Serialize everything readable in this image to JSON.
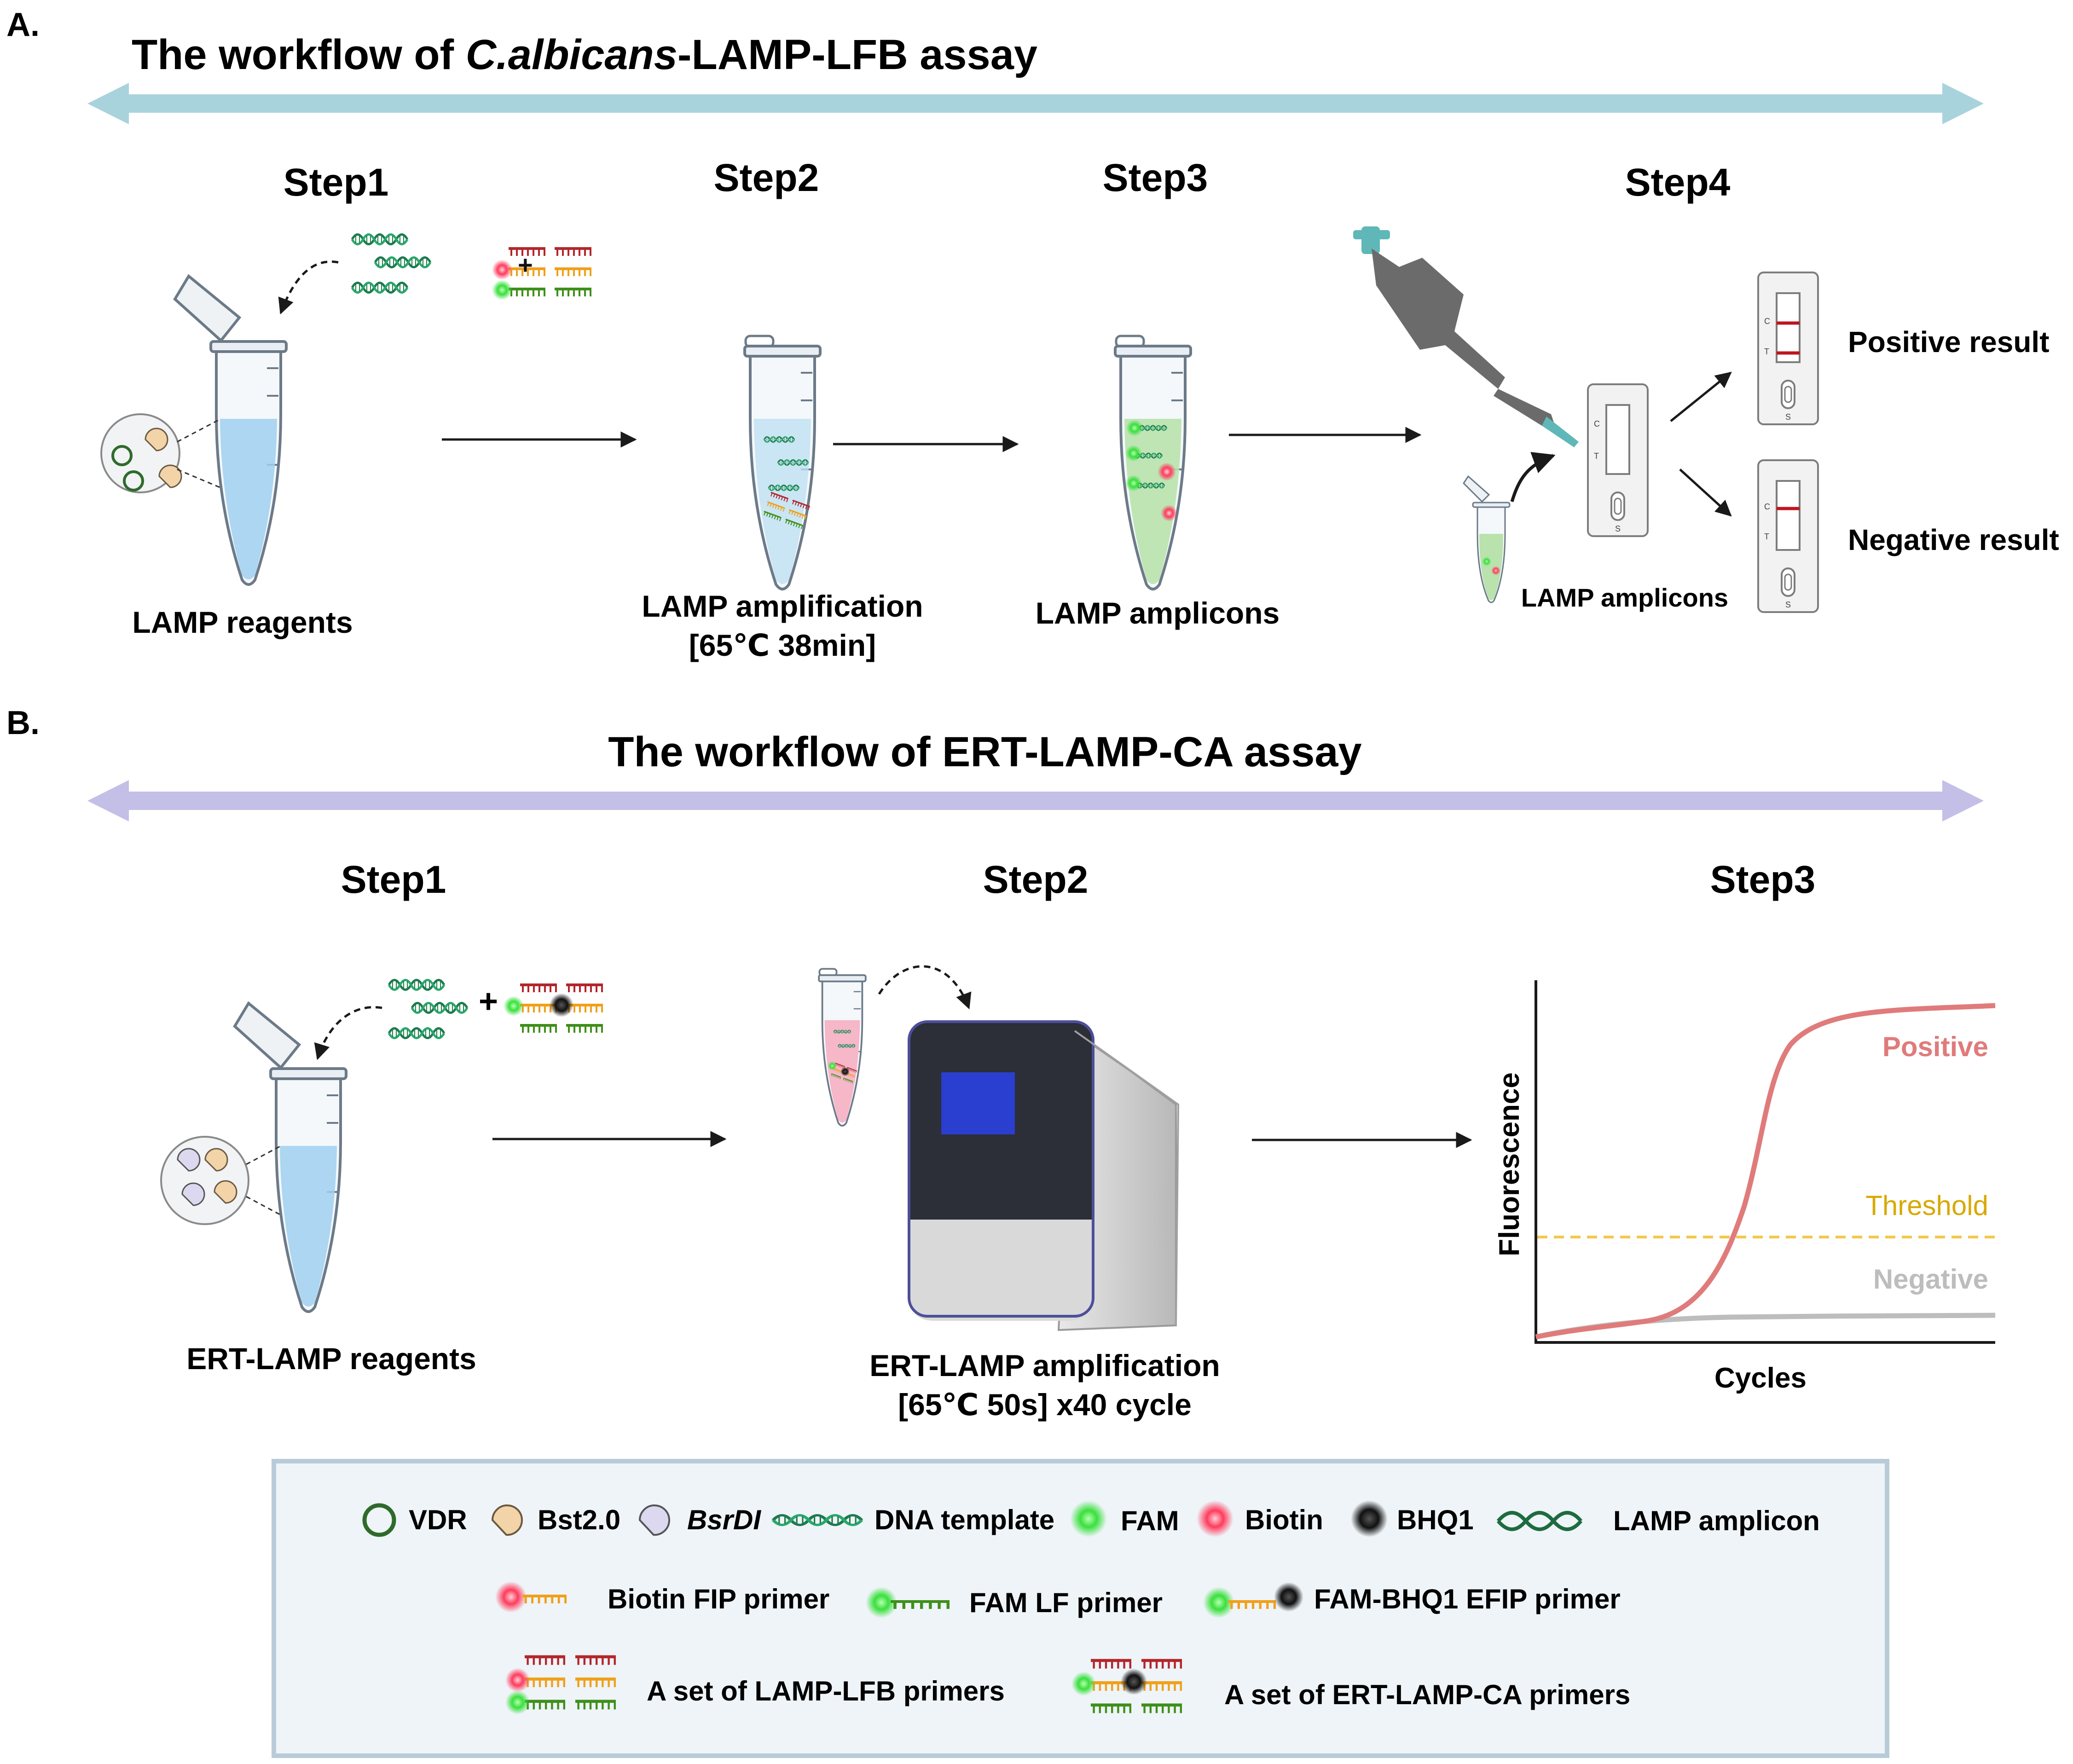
{
  "panel_a": {
    "label": "A.",
    "title_prefix": "The workflow of ",
    "title_italic": "C.albicans",
    "title_suffix": "-LAMP-LFB assay",
    "arrow_color": "#a9d3dc",
    "steps": [
      "Step1",
      "Step2",
      "Step3",
      "Step4"
    ],
    "captions": {
      "step1": "LAMP reagents",
      "step2_line1": "LAMP amplification",
      "step2_line2": "[65℃  38min]",
      "step3": "LAMP amplicons",
      "step4_small": "LAMP amplicons"
    },
    "results": {
      "positive": "Positive result",
      "negative": "Negative result"
    },
    "strip_marks": {
      "c": "C",
      "t": "T",
      "s": "S"
    }
  },
  "panel_b": {
    "label": "B.",
    "title": "The workflow of ERT-LAMP-CA assay",
    "arrow_color": "#c3bfe6",
    "steps": [
      "Step1",
      "Step2",
      "Step3"
    ],
    "captions": {
      "step1": "ERT-LAMP reagents",
      "step2_line1": "ERT-LAMP amplification",
      "step2_line2": "[65℃  50s] x40 cycle"
    },
    "plus": "+"
  },
  "chart": {
    "ylabel": "Fluorescence",
    "xlabel": "Cycles",
    "labels": {
      "positive": "Positive",
      "threshold": "Threshold",
      "negative": "Negative"
    },
    "colors": {
      "positive": "#e07b7b",
      "threshold": "#f2c94c",
      "negative": "#bdbdbd"
    }
  },
  "legend": {
    "row1": {
      "vdr": "VDR",
      "bst": "Bst2.0",
      "bsrdi": "BsrDI",
      "dna_template": "DNA template",
      "fam": "FAM",
      "biotin": "Biotin",
      "bhq1": "BHQ1",
      "lamp_amplicon": "LAMP amplicon"
    },
    "row2": {
      "biotin_fip": "Biotin FIP primer",
      "fam_lf": "FAM LF primer",
      "fam_bhq1_efip": "FAM-BHQ1 EFIP primer"
    },
    "row3": {
      "lfb_set": "A set of LAMP-LFB primers",
      "ca_set": "A set of ERT-LAMP-CA primers"
    },
    "box_fill": "#eef4f8",
    "box_stroke": "#b9cbd8"
  },
  "colors": {
    "dna": "#1e7a4e",
    "fam": "#39e03c",
    "biotin": "#ff3b5c",
    "bhq1": "#222222",
    "primer_red": "#b3262b",
    "primer_orange": "#f0a01a",
    "primer_green": "#3f8f1a",
    "tube_blue": "#9fd0ee",
    "tube_green": "#b9e2ad",
    "tube_pink": "#f6b7c8",
    "bst": "#f3d3a8",
    "bsrdi": "#dcd8f0",
    "vdr": "#2e6b2a"
  }
}
